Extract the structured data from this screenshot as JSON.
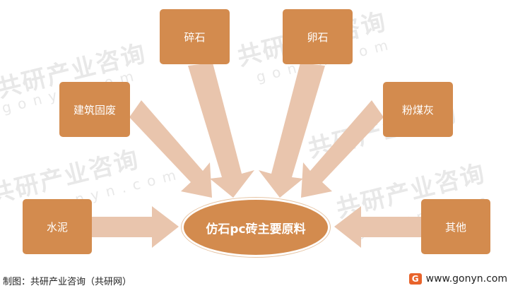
{
  "watermark": {
    "name": "共研产业咨询",
    "site": "gonyn.com"
  },
  "center": {
    "label": "仿石pc砖主要原料"
  },
  "materials": {
    "gravel": "碎石",
    "pebble": "卵石",
    "construction_waste": "建筑固废",
    "fly_ash": "粉煤灰",
    "cement": "水泥",
    "other": "其他"
  },
  "footer": {
    "source": "制图：共研产业咨询（共研网）",
    "website": "www.gonyn.com",
    "logo_letter": "G"
  },
  "colors": {
    "box": "#d38b4e",
    "arrow": "#e9c5ad"
  }
}
